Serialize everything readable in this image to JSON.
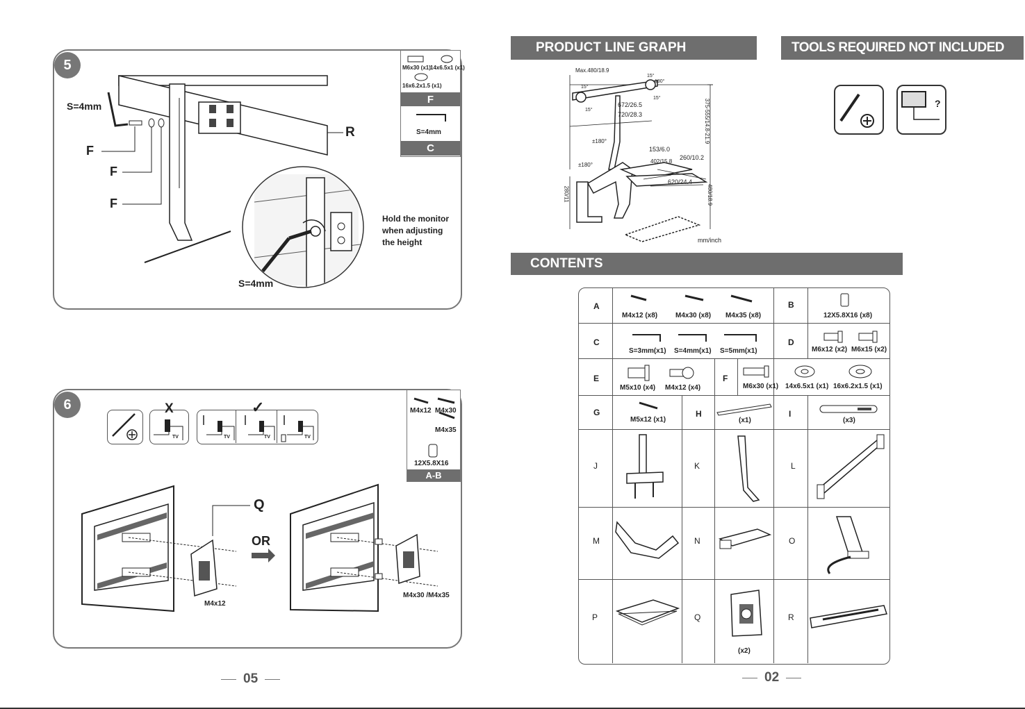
{
  "left_page": {
    "step5": {
      "number": "5",
      "labels": {
        "hex_key": "S=4mm",
        "f1": "F",
        "f2": "F",
        "f3": "F",
        "r": "R",
        "hex_key_detail": "S=4mm"
      },
      "note": [
        "Hold the monitor",
        "when adjusting",
        "the height"
      ],
      "parts_box": {
        "f_items": [
          "M6x30 (x1)",
          "14x6.5x1 (x1)",
          "16x6.2x1.5 (x1)"
        ],
        "f_header": "F",
        "c_item": "S=4mm",
        "c_header": "C"
      }
    },
    "step6": {
      "number": "6",
      "wrong_mark": "X",
      "check_mark": "✓",
      "tv_label": "TV",
      "parts_box": {
        "screws": [
          "M4x12",
          "M4x30",
          "M4x35"
        ],
        "spacer": "12X5.8X16",
        "header": "A-B"
      },
      "labels": {
        "q": "Q",
        "or": "OR",
        "left_screw": "M4x12",
        "right_screw": "M4x30 /M4x35"
      }
    },
    "page_number": "05"
  },
  "right_page": {
    "product_line_graph": {
      "title": "PRODUCT LINE GRAPH",
      "dims": [
        "Max.480/18.9",
        "15°",
        "180°",
        "15°",
        "15°",
        "15°",
        "672/26.5",
        "720/28.3",
        "±180°",
        "153/6.0",
        "402/15.8",
        "260/10.2",
        "±180°",
        "620/24.4",
        "280/11",
        "375-555/14.8-21.9",
        "480/18.9"
      ],
      "unit": "mm/inch"
    },
    "tools": {
      "title": "TOOLS REQUIRED NOT INCLUDED",
      "question": "?"
    },
    "contents": {
      "title": "CONTENTS",
      "rows": [
        {
          "letter": "A",
          "items": [
            "M4x12 (x8)",
            "M4x30 (x8)",
            "M4x35 (x8)"
          ],
          "letter2": "B",
          "items2": [
            "12X5.8X16 (x8)"
          ]
        },
        {
          "letter": "C",
          "items": [
            "S=3mm(x1)",
            "S=4mm(x1)",
            "S=5mm(x1)"
          ],
          "letter2": "D",
          "items2": [
            "M6x12 (x2)",
            "M6x15 (x2)"
          ]
        },
        {
          "letter": "E",
          "items": [
            "M5x10 (x4)",
            "M4x12 (x4)"
          ],
          "letter2": "F",
          "items2": [
            "M6x30 (x1)",
            "14x6.5x1 (x1)",
            "16x6.2x1.5 (x1)"
          ]
        },
        {
          "letter": "G",
          "items": [
            "M5x12 (x1)"
          ],
          "letter2": "H",
          "items2": [
            "(x1)"
          ],
          "letter3": "I",
          "items3": [
            "(x3)"
          ]
        },
        {
          "letter": "J",
          "letter2": "K",
          "letter3": "L"
        },
        {
          "letter": "M",
          "letter2": "N",
          "letter3": "O"
        },
        {
          "letter": "P",
          "letter2": "Q",
          "items2": [
            "(x2)"
          ],
          "letter3": "R"
        }
      ]
    },
    "page_number": "02"
  }
}
